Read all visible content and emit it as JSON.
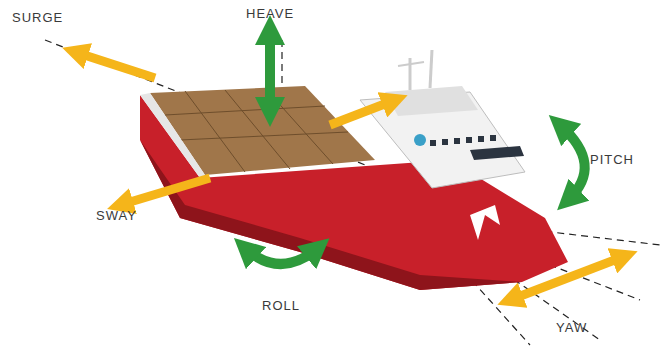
{
  "diagram": {
    "labels": [
      "SURGE",
      "HEAVE",
      "PITCH",
      "SWAY",
      "ROLL",
      "YAW"
    ]
  }
}
